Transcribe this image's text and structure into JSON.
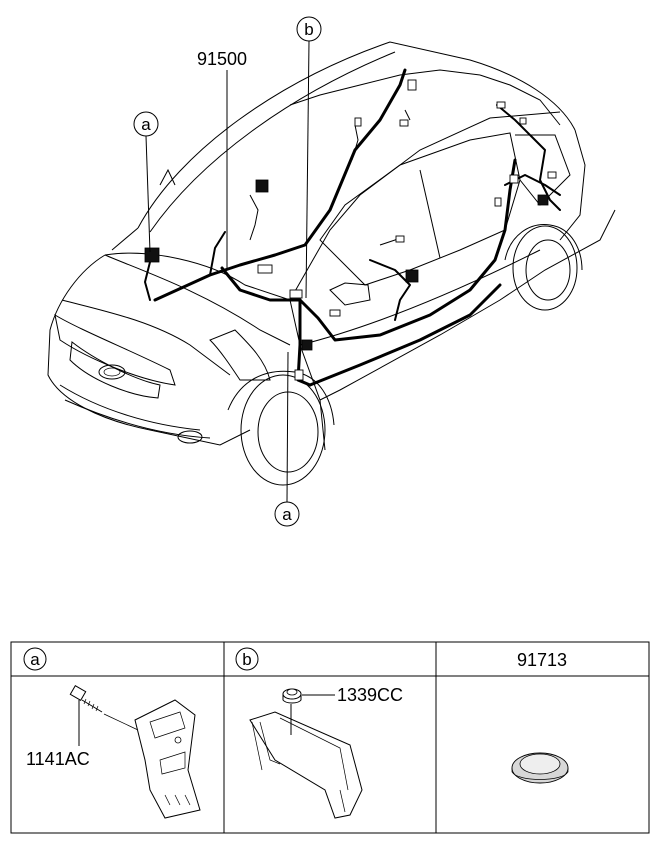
{
  "diagram": {
    "main_part_number": "91500",
    "callouts": {
      "a": "a",
      "b": "b"
    }
  },
  "legend_table": {
    "headers": [
      "a",
      "b",
      "91713"
    ],
    "cells": [
      {
        "part_number": "1141AC"
      },
      {
        "part_number": "1339CC"
      },
      {
        "part_number": ""
      }
    ]
  }
}
